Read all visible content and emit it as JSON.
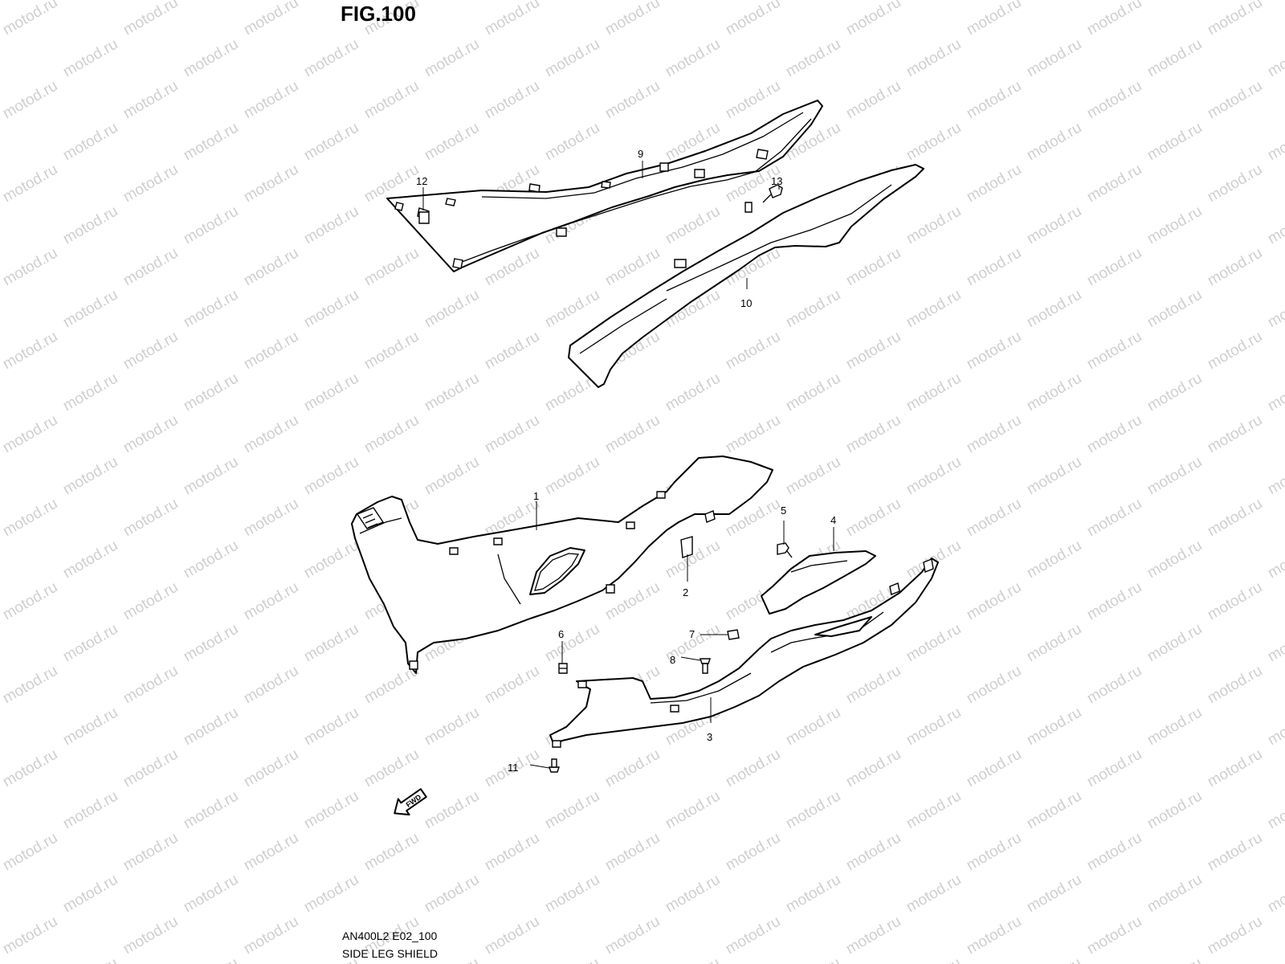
{
  "figure": {
    "title": "FIG.100",
    "code": "AN400L2 E02_100",
    "name": "SIDE LEG SHIELD"
  },
  "watermark": "motod.ru",
  "fwd_label": "FWD",
  "callouts": {
    "c1": "1",
    "c2": "2",
    "c3": "3",
    "c4": "4",
    "c5": "5",
    "c6": "6",
    "c7": "7",
    "c8": "8",
    "c9": "9",
    "c10": "10",
    "c11": "11",
    "c12": "12",
    "c13": "13"
  }
}
